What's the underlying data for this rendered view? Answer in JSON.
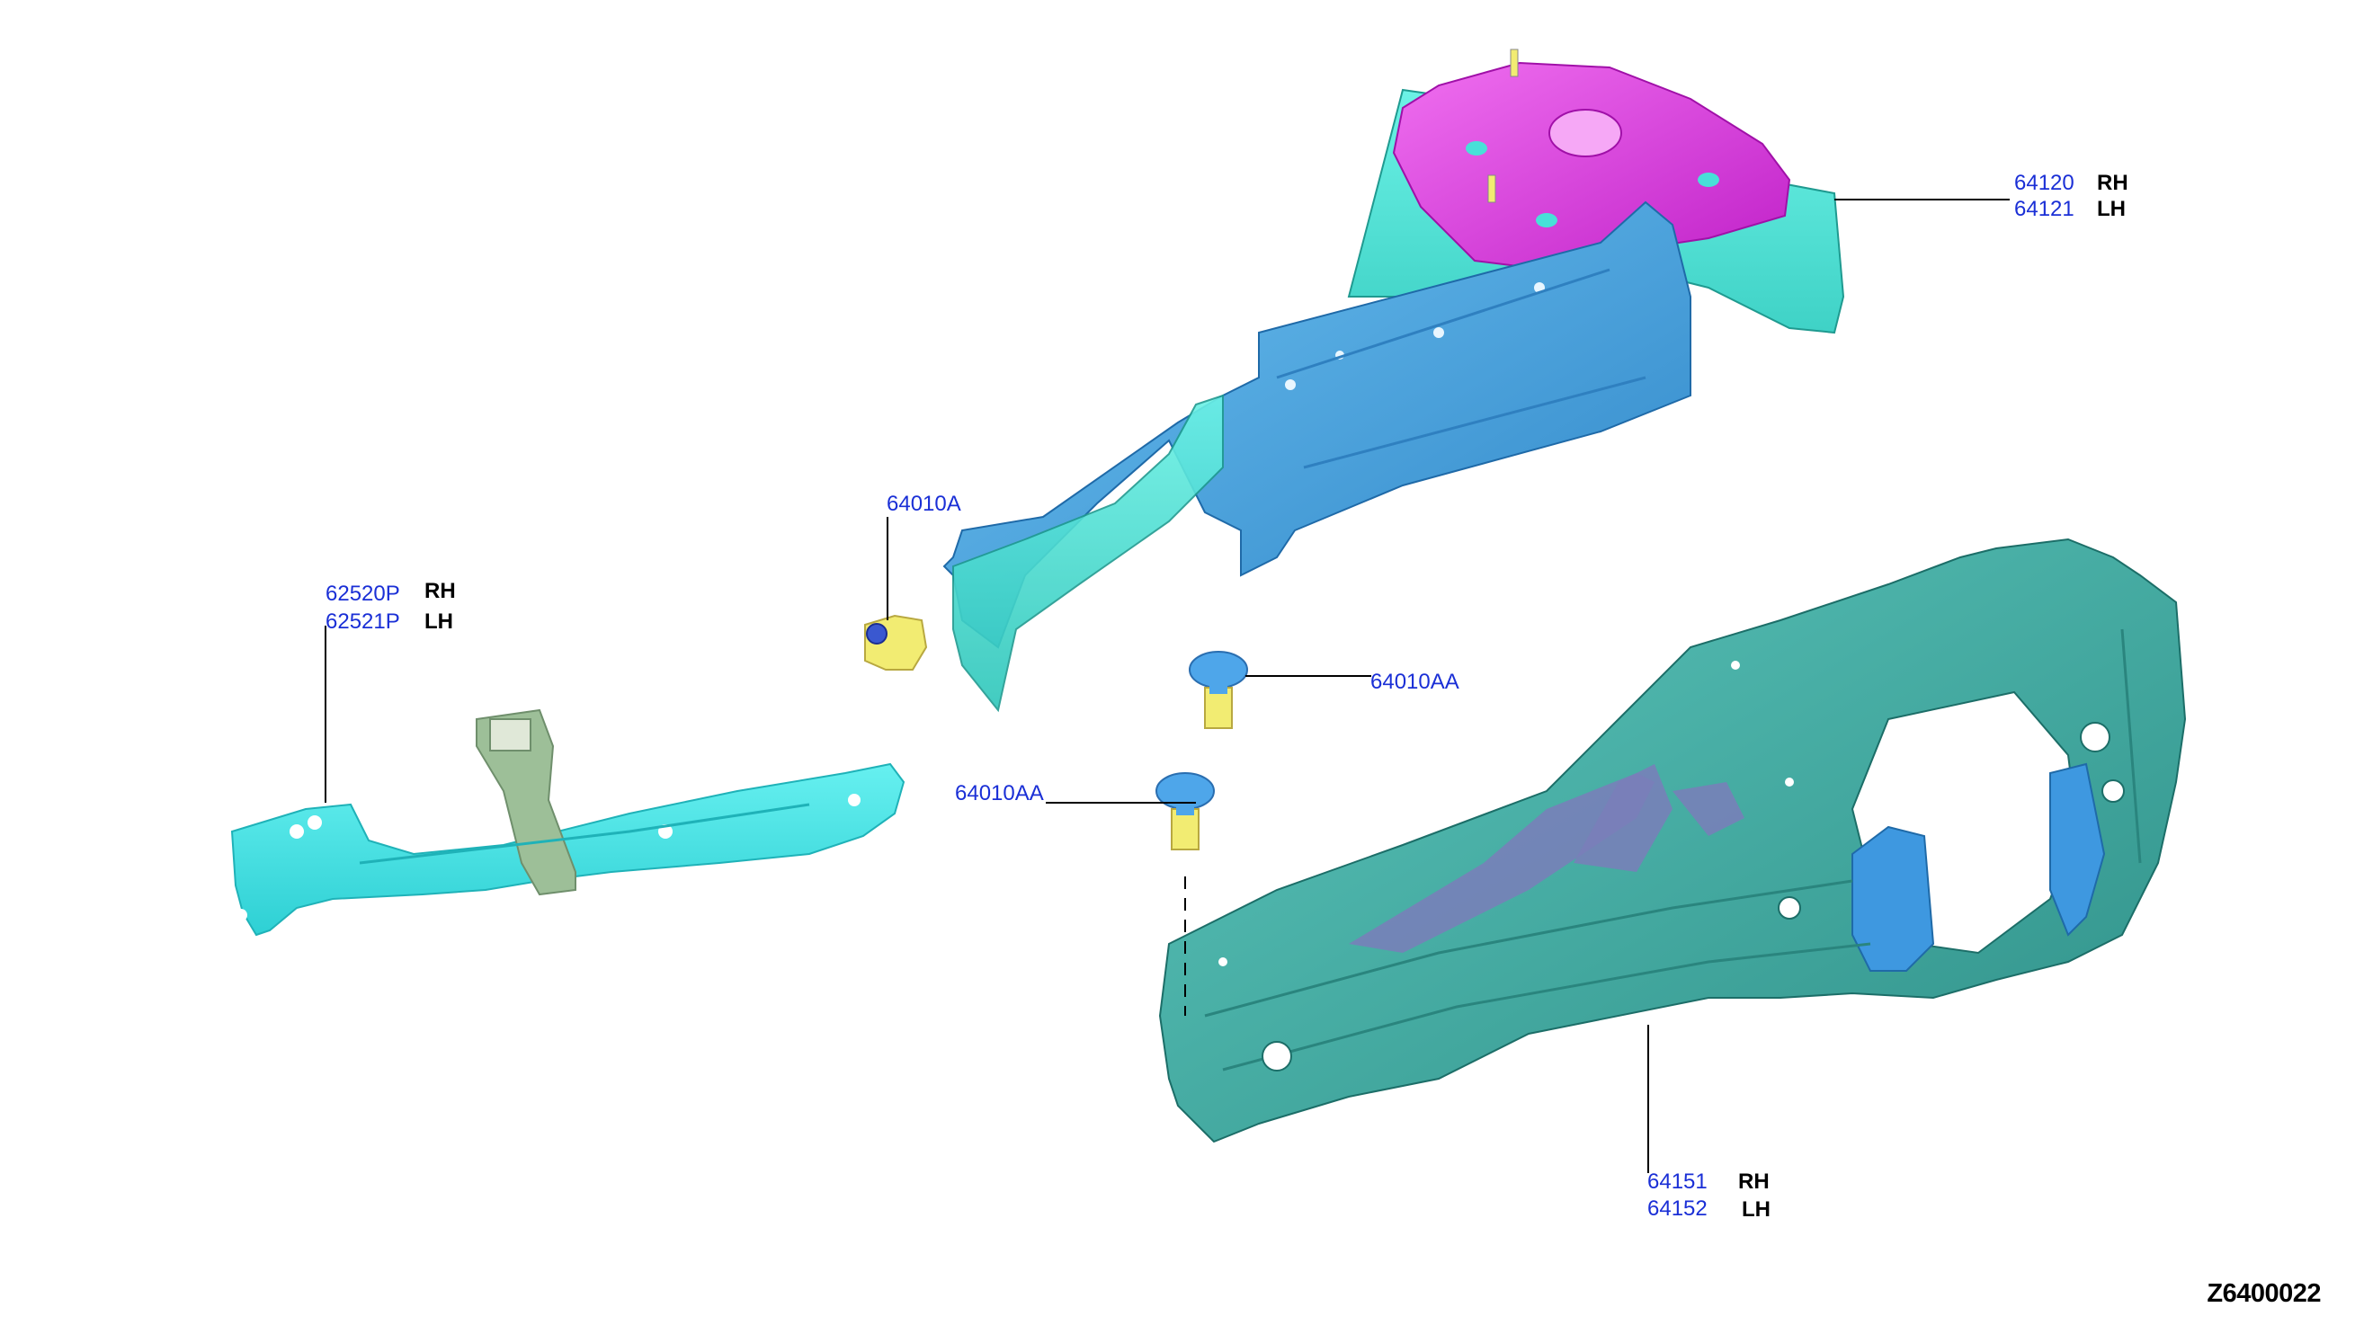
{
  "diagram_code": "Z6400022",
  "colors": {
    "cyan_part": "#44e6d8",
    "blue_part": "#4aa6e2",
    "magenta_part": "#e040e0",
    "teal_member": "#3fb0a6",
    "fastener_blue": "#4ea6ea",
    "fastener_yellow": "#f2ec72",
    "part_number_text": "#1a2fd6",
    "leader_line": "#000000"
  },
  "callouts": {
    "hoodledge": {
      "pn_rh": "64120",
      "side_rh": "RH",
      "pn_lh": "64121",
      "side_lh": "LH"
    },
    "bracket": {
      "pn_rh": "62520P",
      "side_rh": "RH",
      "pn_lh": "62521P",
      "side_lh": "LH"
    },
    "nut": {
      "pn": "64010A"
    },
    "bolt_upper": {
      "pn": "64010AA"
    },
    "bolt_lower": {
      "pn": "64010AA"
    },
    "sidemember": {
      "pn_rh": "64151",
      "side_rh": "RH",
      "pn_lh": "64152",
      "side_lh": "LH"
    }
  }
}
